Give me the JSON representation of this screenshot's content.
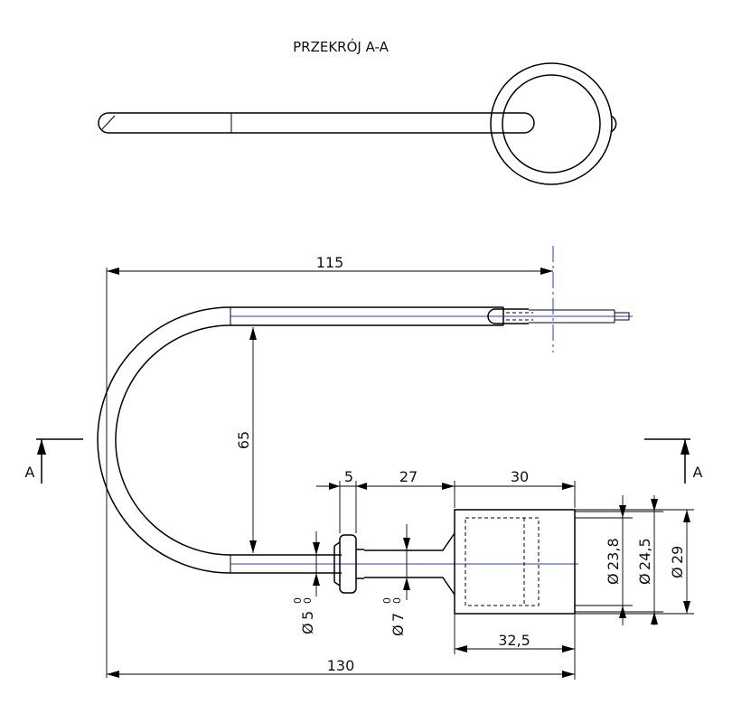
{
  "section_title": "PRZEKRÓJ A-A",
  "section_markers": {
    "left": "A",
    "right": "A"
  },
  "dimensions": {
    "overall_top": "115",
    "overall_bottom": "130",
    "height": "65",
    "collar_width": "5",
    "neck_length": "27",
    "cap_length": "30",
    "cap_body_length": "32,5",
    "diam_pin_value": "5",
    "diam_pin_tol": [
      "0",
      "0"
    ],
    "diam_collar_value": "7",
    "diam_collar_tol": [
      "0",
      "0"
    ],
    "diam_inner": "23,8",
    "diam_mid": "24,5",
    "diam_outer": "29"
  },
  "diameter_symbol": "Ø"
}
